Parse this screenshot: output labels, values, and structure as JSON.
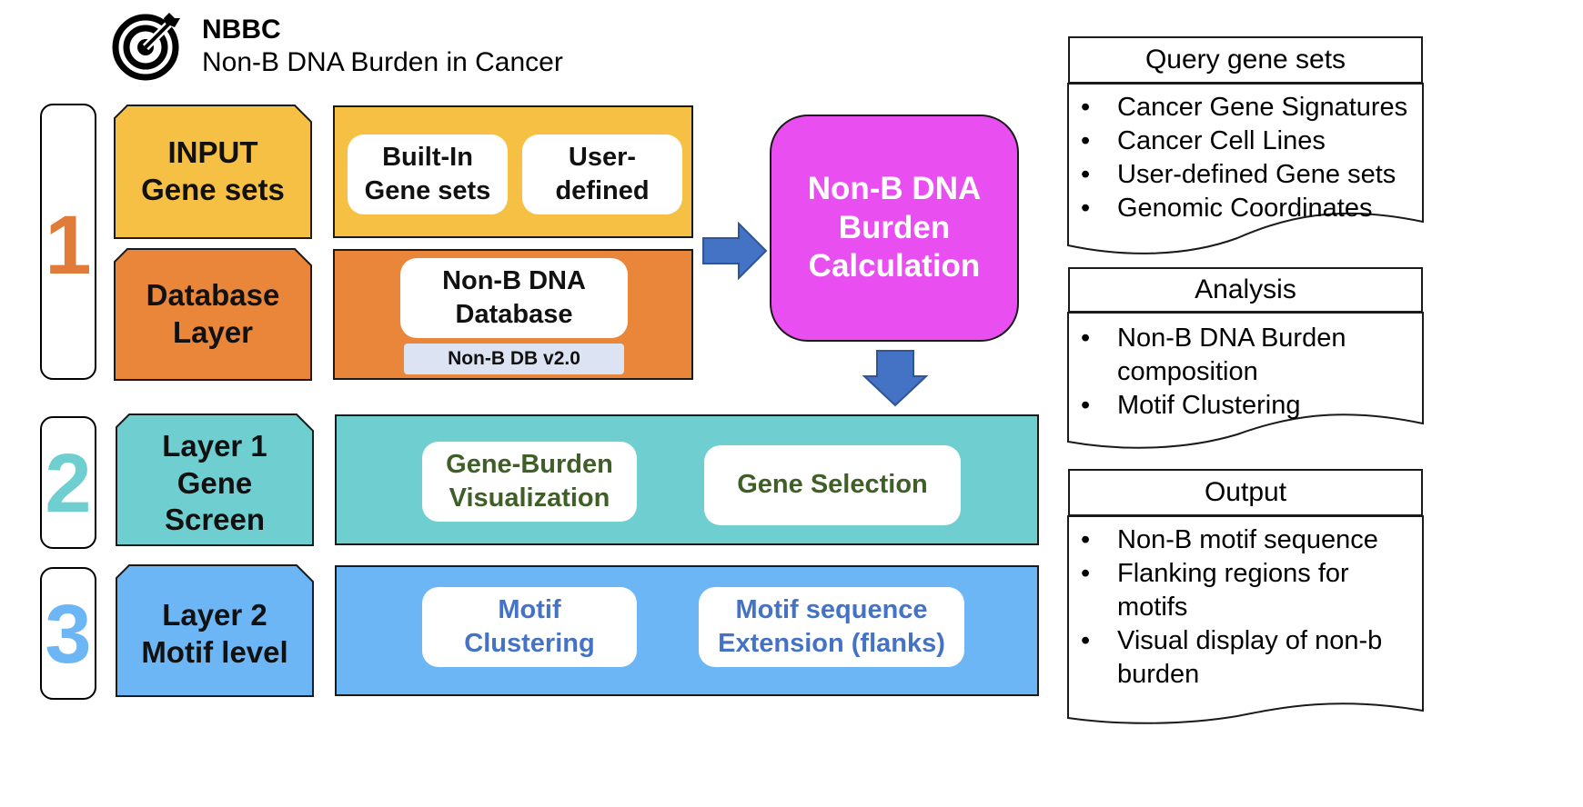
{
  "header": {
    "title": "NBBC",
    "subtitle": "Non-B DNA Burden in Cancer"
  },
  "steps": {
    "one": {
      "number": "1",
      "color": "#E07B39",
      "input_tab": {
        "line1": "INPUT",
        "line2": "Gene sets",
        "color": "#F5C043"
      },
      "input_options": [
        {
          "line1": "Built-In",
          "line2": "Gene sets"
        },
        {
          "line1": "User-",
          "line2": "defined"
        }
      ],
      "database_tab": {
        "line1": "Database",
        "line2": "Layer",
        "color": "#E9863A"
      },
      "database_box": {
        "line1": "Non-B DNA",
        "line2": "Database"
      },
      "database_version": "Non-B DB v2.0"
    },
    "two": {
      "number": "2",
      "color": "#6FCFD0",
      "tab": {
        "line1": "Layer 1",
        "line2": "Gene",
        "line3": "Screen"
      },
      "options": [
        {
          "line1": "Gene-Burden",
          "line2": "Visualization"
        },
        {
          "line1": "Gene Selection"
        }
      ],
      "text_color": "#3F5F28"
    },
    "three": {
      "number": "3",
      "color": "#6CB6F5",
      "tab": {
        "line1": "Layer 2",
        "line2": "Motif level"
      },
      "options": [
        {
          "line1": "Motif",
          "line2": "Clustering"
        },
        {
          "line1": "Motif sequence",
          "line2": "Extension (flanks)"
        }
      ],
      "text_color": "#4472C4"
    }
  },
  "calculation": {
    "line1": "Non-B DNA",
    "line2": "Burden",
    "line3": "Calculation",
    "color": "#E94FF0"
  },
  "arrow_color": "#4472C4",
  "side_cards": [
    {
      "title": "Query gene sets",
      "items": [
        "Cancer Gene Signatures",
        "Cancer Cell Lines",
        "User-defined Gene sets",
        "Genomic Coordinates"
      ]
    },
    {
      "title": "Analysis",
      "items": [
        "Non-B DNA Burden composition",
        "Motif Clustering"
      ]
    },
    {
      "title": "Output",
      "items": [
        "Non-B motif sequence",
        "Flanking regions for motifs",
        "Visual display of non-b burden"
      ]
    }
  ]
}
